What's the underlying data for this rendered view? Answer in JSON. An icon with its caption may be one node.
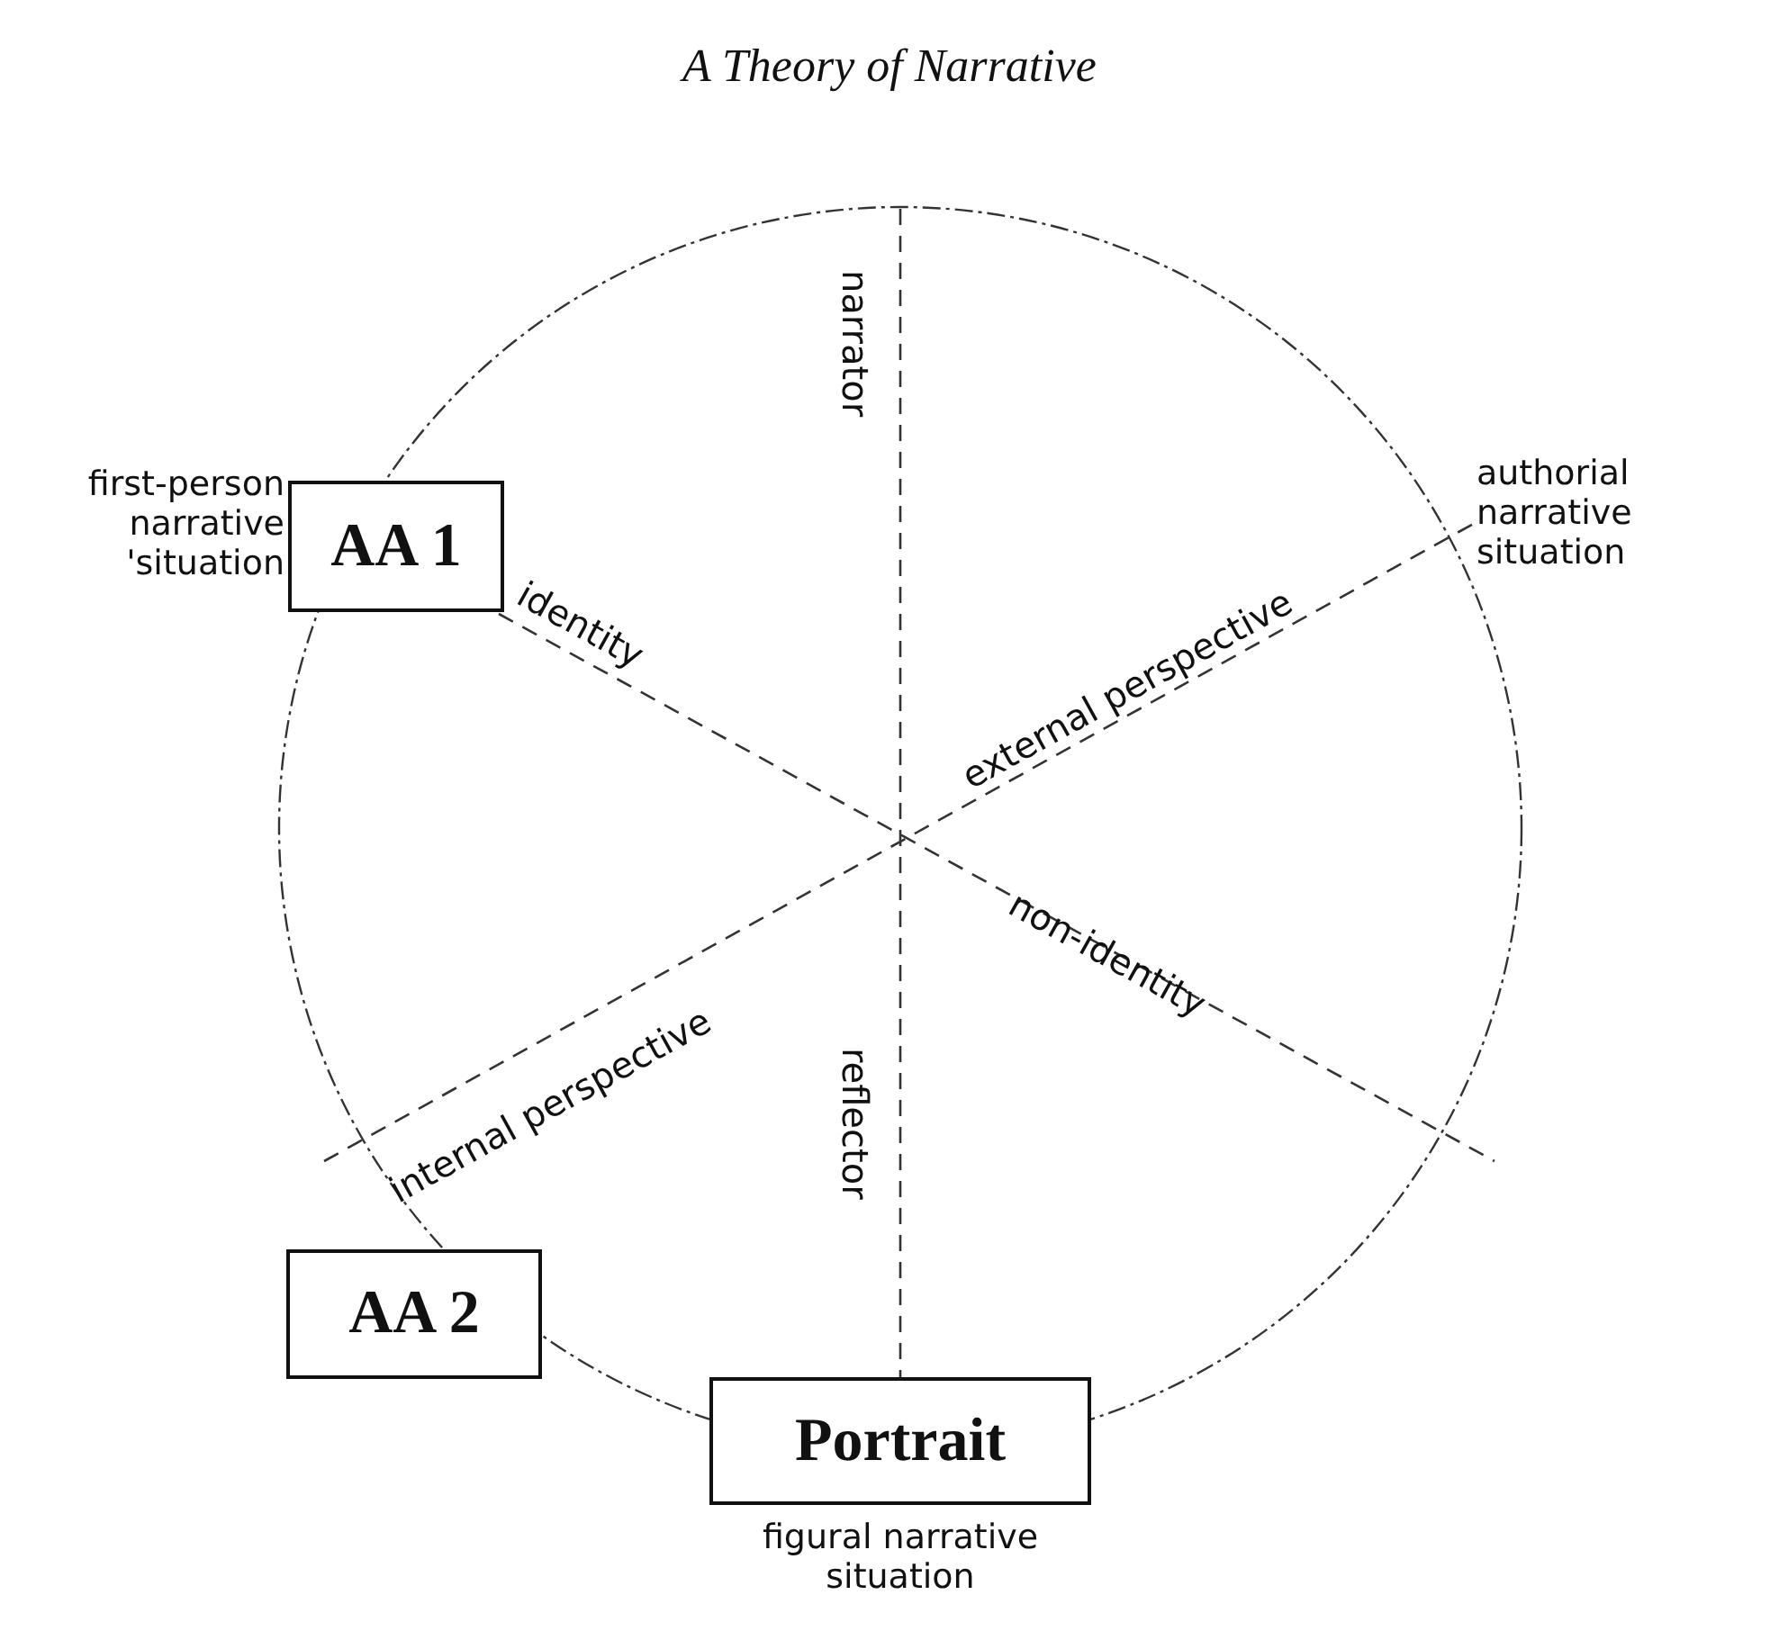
{
  "diagram": {
    "title": "A Theory of Narrative",
    "nodes": [
      {
        "text": [
          "AA 1"
        ],
        "beside": [
          "first-person narrative 'situation"
        ]
      },
      {
        "text": [
          "AA 2"
        ]
      },
      {
        "text": [
          "Portrait"
        ],
        "beside": [
          "figural narrative situation"
        ]
      }
    ],
    "labels": [
      "narrator",
      "authorial narrative situation",
      "identity",
      "external perspective",
      "internal perspective",
      "non-identity",
      "reflector"
    ]
  }
}
